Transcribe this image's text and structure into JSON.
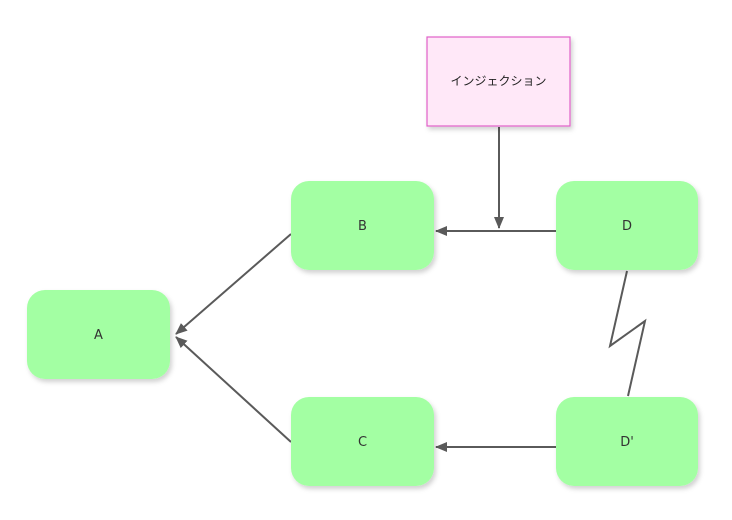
{
  "diagram": {
    "nodes": [
      {
        "id": "A",
        "label": "A",
        "fill": "#a3ffa3",
        "kind": "process"
      },
      {
        "id": "B",
        "label": "B",
        "fill": "#a3ffa3",
        "kind": "process"
      },
      {
        "id": "C",
        "label": "C",
        "fill": "#a3ffa3",
        "kind": "process"
      },
      {
        "id": "D",
        "label": "D",
        "fill": "#a3ffa3",
        "kind": "process"
      },
      {
        "id": "Dp",
        "label": "D'",
        "fill": "#a3ffa3",
        "kind": "process"
      },
      {
        "id": "INJ",
        "label": "インジェクション",
        "fill": "#ffe8f8",
        "stroke": "#e060c8",
        "kind": "note"
      }
    ],
    "edges": [
      {
        "from": "B",
        "to": "A",
        "style": "arrow"
      },
      {
        "from": "C",
        "to": "A",
        "style": "arrow"
      },
      {
        "from": "D",
        "to": "B",
        "style": "arrow"
      },
      {
        "from": "Dp",
        "to": "C",
        "style": "arrow"
      },
      {
        "from": "INJ",
        "to": "D-B edge",
        "style": "arrow"
      },
      {
        "from": "D",
        "to": "Dp",
        "style": "lightning"
      }
    ],
    "colors": {
      "process_fill": "#a3ffa3",
      "edge": "#5a5a5a",
      "injection_fill": "#ffe8f8",
      "injection_stroke": "#e060c8"
    }
  }
}
